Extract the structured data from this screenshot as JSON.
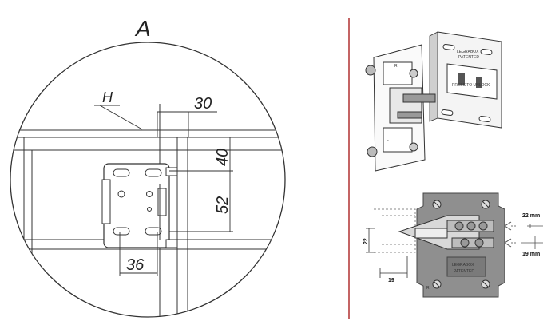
{
  "detail": {
    "view_label": "A",
    "callout_label": "H",
    "dims": {
      "top": "30",
      "upper_height": "40",
      "lower_height": "52",
      "width": "36"
    }
  },
  "photo_bottom": {
    "dim_left": "22",
    "dim_bottom": "19",
    "dim_right_top": "22 mm",
    "dim_right_bottom": "19 mm",
    "plate_mark": "R",
    "plate_brand": "LEGRABOX",
    "plate_patented": "PATENTED"
  },
  "photo_top": {
    "plate_brand": "LEGRABOX",
    "plate_patented": "PATENTED",
    "press_text": "PRESS TO UNLOCK",
    "mark_l": "L",
    "mark_r": "R"
  },
  "colors": {
    "divider": "#b03030",
    "line": "#333333",
    "plate": "#8f8f8f",
    "plate_dark": "#6a6a6a"
  }
}
